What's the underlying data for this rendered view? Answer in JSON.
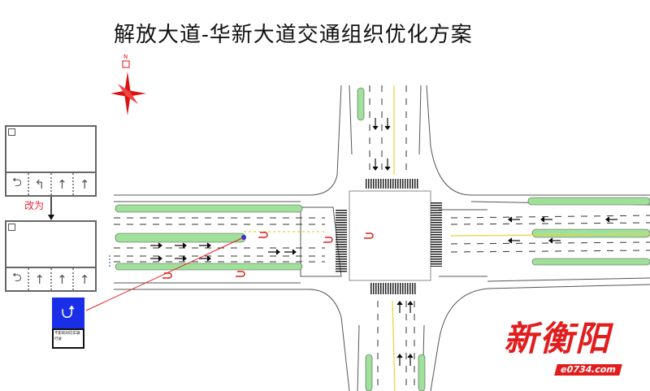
{
  "title": "解放大道-华新大道交通组织优化方案",
  "compass": {
    "label": "N"
  },
  "panel_before": {
    "lanes": [
      "⮌",
      "↰",
      "↑",
      "↑"
    ]
  },
  "change_label": "改为",
  "panel_after": {
    "lanes": [
      "⮌",
      "↑",
      "↑",
      "↑"
    ]
  },
  "sign": {
    "glyph": "⮍",
    "text": "不影响对向车辆行驶"
  },
  "logo": {
    "text": "新衡阳",
    "url": "e0734.com"
  },
  "colors": {
    "median": "#9fe09a",
    "accent": "#e21d1d",
    "sign_blue": "#1a2ee8"
  }
}
